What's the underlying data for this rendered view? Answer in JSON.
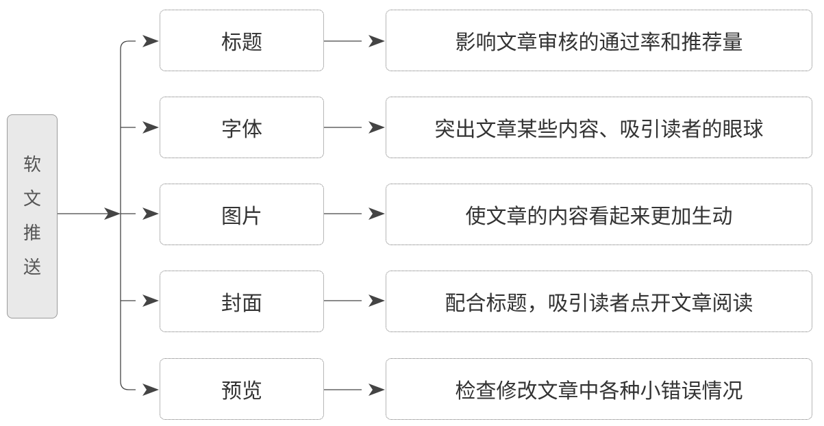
{
  "root": {
    "label": "软文推送"
  },
  "branches": [
    {
      "category": "标题",
      "description": "影响文章审核的通过率和推荐量"
    },
    {
      "category": "字体",
      "description": "突出文章某些内容、吸引读者的眼球"
    },
    {
      "category": "图片",
      "description": "使文章的内容看起来更加生动"
    },
    {
      "category": "封面",
      "description": "配合标题，吸引读者点开文章阅读"
    },
    {
      "category": "预览",
      "description": "检查修改文章中各种小错误情况"
    }
  ],
  "colors": {
    "root_fill": "#e9e9e9",
    "line": "#444444",
    "text": "#333333"
  }
}
